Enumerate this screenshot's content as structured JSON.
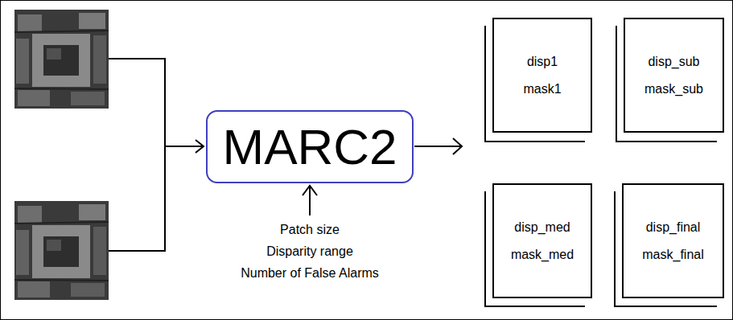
{
  "diagram": {
    "nodes": [
      {
        "text": [
          "MARC2"
        ]
      },
      {
        "text": [
          "disp1",
          "mask1"
        ]
      },
      {
        "text": [
          "disp_sub",
          "mask_sub"
        ]
      },
      {
        "text": [
          "disp_med",
          "mask_med"
        ]
      },
      {
        "text": [
          "disp_final",
          "mask_final"
        ]
      }
    ],
    "labels": [
      "Patch size",
      "Disparity range",
      "Number of False Alarms"
    ]
  }
}
